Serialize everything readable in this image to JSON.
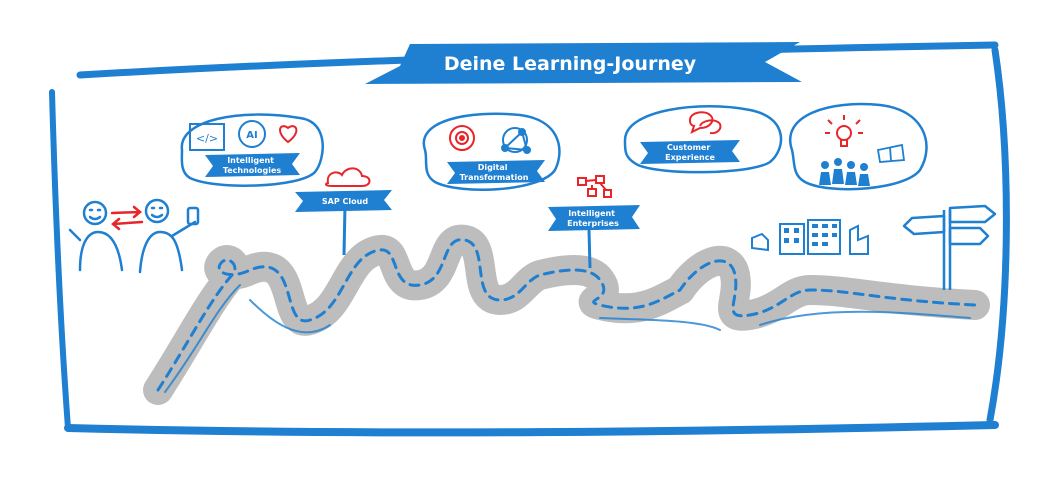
{
  "title": "Deine Learning-Journey",
  "signs": {
    "intelligent_technologies": [
      "Intelligent",
      "Technologies"
    ],
    "sap_cloud": "SAP Cloud",
    "digital_transformation": [
      "Digital",
      "Transformation"
    ],
    "intelligent_enterprises": [
      "Intelligent",
      "Enterprises"
    ],
    "customer_experience": [
      "Customer",
      "Experience"
    ]
  },
  "icon_text": {
    "ai": "AI",
    "code": "</>"
  },
  "colors": {
    "blue": "#1f7fd1",
    "red": "#e8262a",
    "road_gray": "#bdbdbd",
    "white": "#ffffff"
  }
}
